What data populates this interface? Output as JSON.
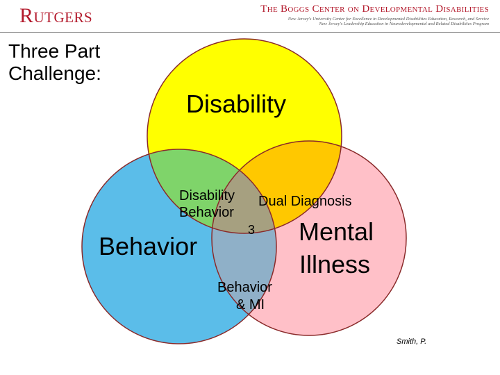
{
  "header": {
    "logo_text": "Rutgers",
    "center_title": "The Boggs Center on Developmental Disabilities",
    "center_subtitle_1": "New Jersey's University Center for Excellence in Developmental Disabilities Education, Research, and Service",
    "center_subtitle_2": "New Jersey's Leadership Education in Neurodevelopmental and Related Disabilities Program"
  },
  "slide": {
    "title_line1": "Three Part",
    "title_line2": "Challenge:",
    "credit": "Smith, P."
  },
  "venn": {
    "circles": [
      {
        "name": "disability",
        "label": "Disability",
        "color": "#ffff00"
      },
      {
        "name": "behavior",
        "label": "Behavior",
        "color": "#5bbde9"
      },
      {
        "name": "mental-illness",
        "label_line1": "Mental",
        "label_line2": "Illness",
        "color": "#ffc0c8"
      }
    ],
    "overlaps": {
      "disability_behavior_line1": "Disability",
      "disability_behavior_line2": "Behavior",
      "dual_diagnosis": "Dual Diagnosis",
      "center": "3",
      "behavior_mi_line1": "Behavior",
      "behavior_mi_line2": "& MI"
    },
    "overlap_colors": {
      "disability_behavior": "#7fd46a",
      "disability_mental": "#ffc800",
      "behavior_mental": "#8fb0c8",
      "center": "#a6a080"
    },
    "outline_color": "#8a2a2a"
  }
}
